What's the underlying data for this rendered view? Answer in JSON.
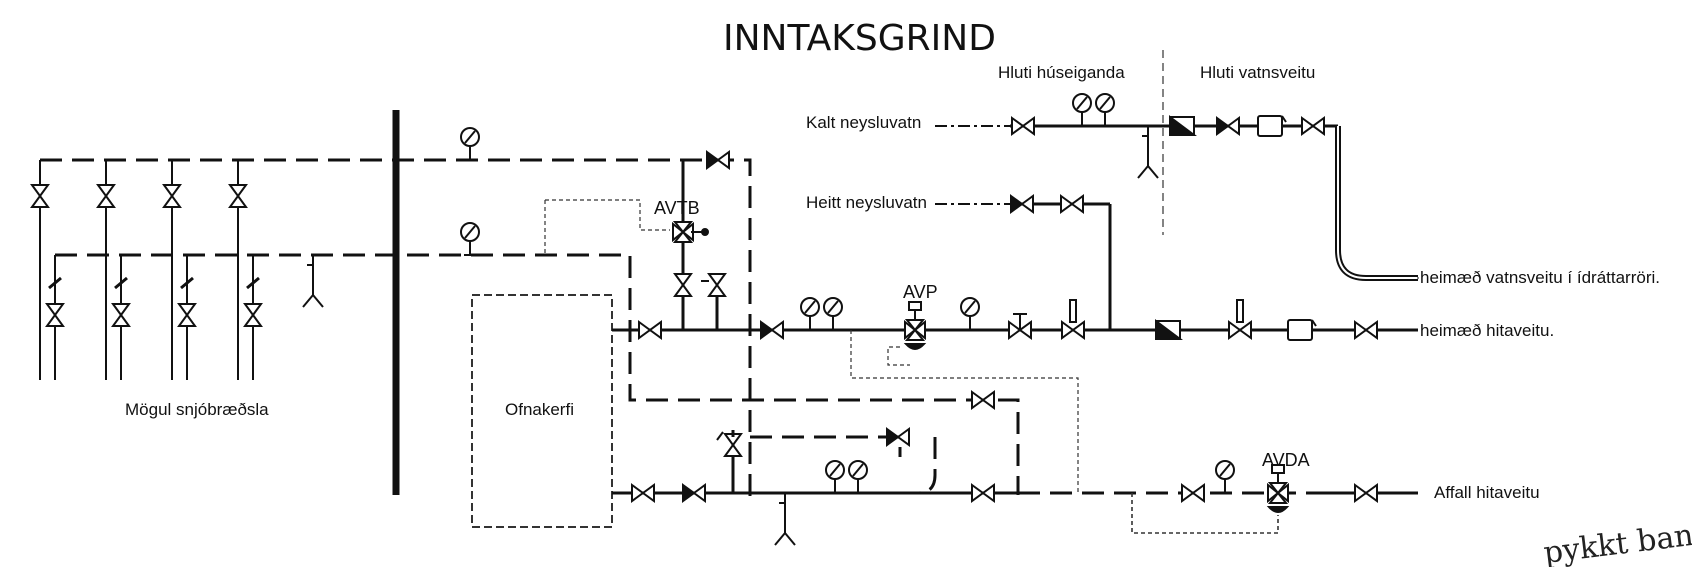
{
  "title": "INNTAKSGRIND",
  "section_labels": {
    "owner": "Hluti húseiganda",
    "utility": "Hluti vatnsveitu"
  },
  "pipe_labels": {
    "cold_water": "Kalt neysluvatn",
    "hot_water": "Heitt neysluvatn",
    "utility_supply": "heimæð vatnsveitu í ídráttarröri.",
    "district_heating": "heimæð hitaveitu.",
    "return": "Affall hitaveitu"
  },
  "component_labels": {
    "radiators": "Ofnakerfi",
    "snowmelt": "Mögul snjóbræðsla",
    "avtb": "AVTB",
    "avp": "AVP",
    "avda": "AVDA"
  },
  "stamp_text": "pykkt bann",
  "icons": [
    "gate-valve-icon",
    "check-valve-icon",
    "pressure-gauge-icon",
    "strainer-icon",
    "water-meter-icon",
    "control-valve-icon",
    "drain-icon"
  ]
}
